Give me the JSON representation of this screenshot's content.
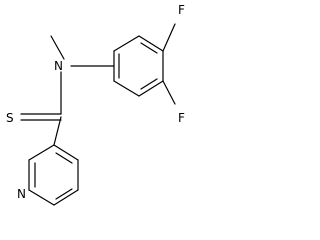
{
  "molecule": {
    "atoms": {
      "F_top": "F",
      "F_bottom": "F",
      "N_amine": "N",
      "S_thio": "S",
      "N_pyridine": "N"
    }
  }
}
